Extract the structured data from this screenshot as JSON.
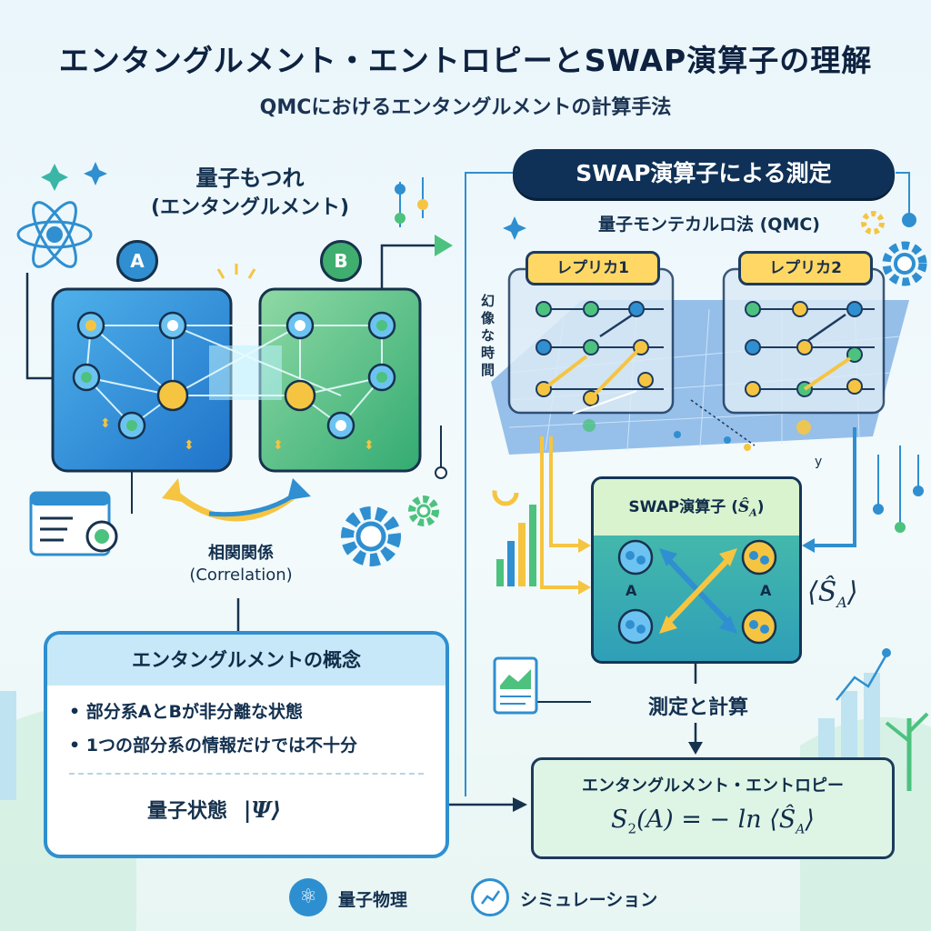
{
  "title": "エンタングルメント・エントロピーとSWAP演算子の理解",
  "subtitle": "QMCにおけるエンタングルメントの計算手法",
  "left": {
    "heading_line1": "量子もつれ",
    "heading_line2": "(エンタングルメント)",
    "label_a": "A",
    "label_b": "B",
    "correlation_line1": "相関関係",
    "correlation_line2": "(Correlation)"
  },
  "concept": {
    "heading": "エンタングルメントの概念",
    "bullets": [
      "部分系AとBが非分離な状態",
      "1つの部分系の情報だけでは不十分"
    ],
    "state_label": "量子状態",
    "state_ket": "|Ψ⟩"
  },
  "right": {
    "pill": "SWAP演算子による測定",
    "qmc_label": "量子モンテカルロ法 (QMC)",
    "replica1": "レプリカ1",
    "replica2": "レプリカ2",
    "imag_time": "幻像な時間",
    "axis_y": "y",
    "swap_heading_text": "SWAP演算子 (",
    "swap_heading_op": "Ŝ",
    "swap_heading_sub": "A",
    "swap_heading_close": ")",
    "swap_a_left": "A",
    "swap_a_right": "A",
    "expect_op": "Ŝ",
    "expect_sub": "A",
    "measure": "測定と計算",
    "result_heading": "エンタングルメント・エントロピー",
    "result_formula_lhs": "S",
    "result_formula_sub": "2",
    "result_formula_arg": "(A) = − ln ⟨",
    "result_formula_op": "Ŝ",
    "result_formula_opsub": "A",
    "result_formula_close": "⟩"
  },
  "footer": {
    "physics": "量子物理",
    "simulation": "シミュレーション"
  },
  "colors": {
    "navy": "#0f3157",
    "blue": "#2f8fd0",
    "green": "#4cc27e",
    "yellow": "#f5c542",
    "teal": "#3bb6a6"
  }
}
